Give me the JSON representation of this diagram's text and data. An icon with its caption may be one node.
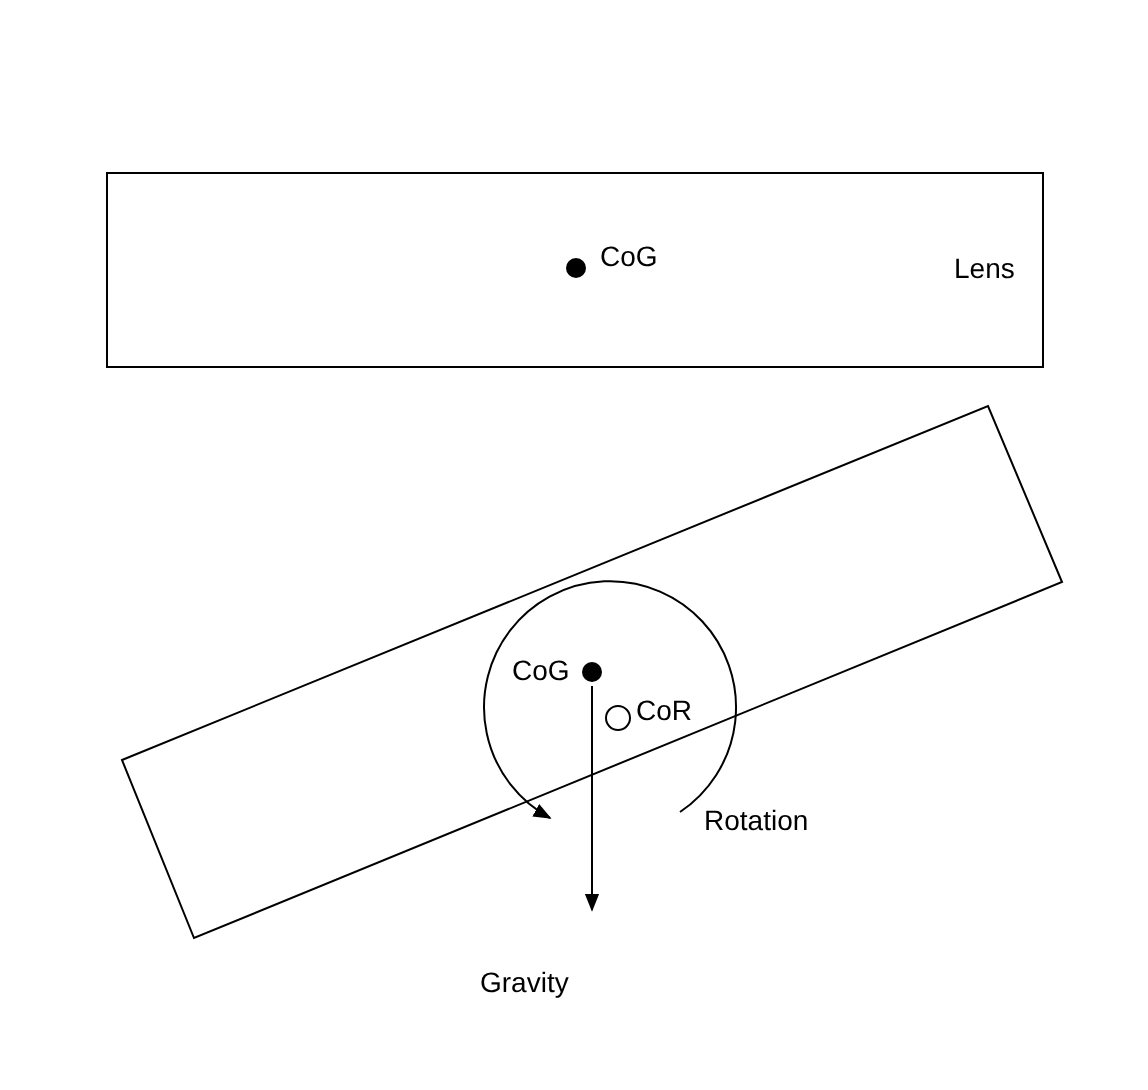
{
  "diagram": {
    "nodes": [
      {
        "text": [
          "Lens"
        ]
      },
      {
        "text": [],
        "shape": "box"
      }
    ],
    "labels": [
      "CoG",
      "CoG",
      "CoR",
      "Rotation",
      "Gravity"
    ]
  }
}
